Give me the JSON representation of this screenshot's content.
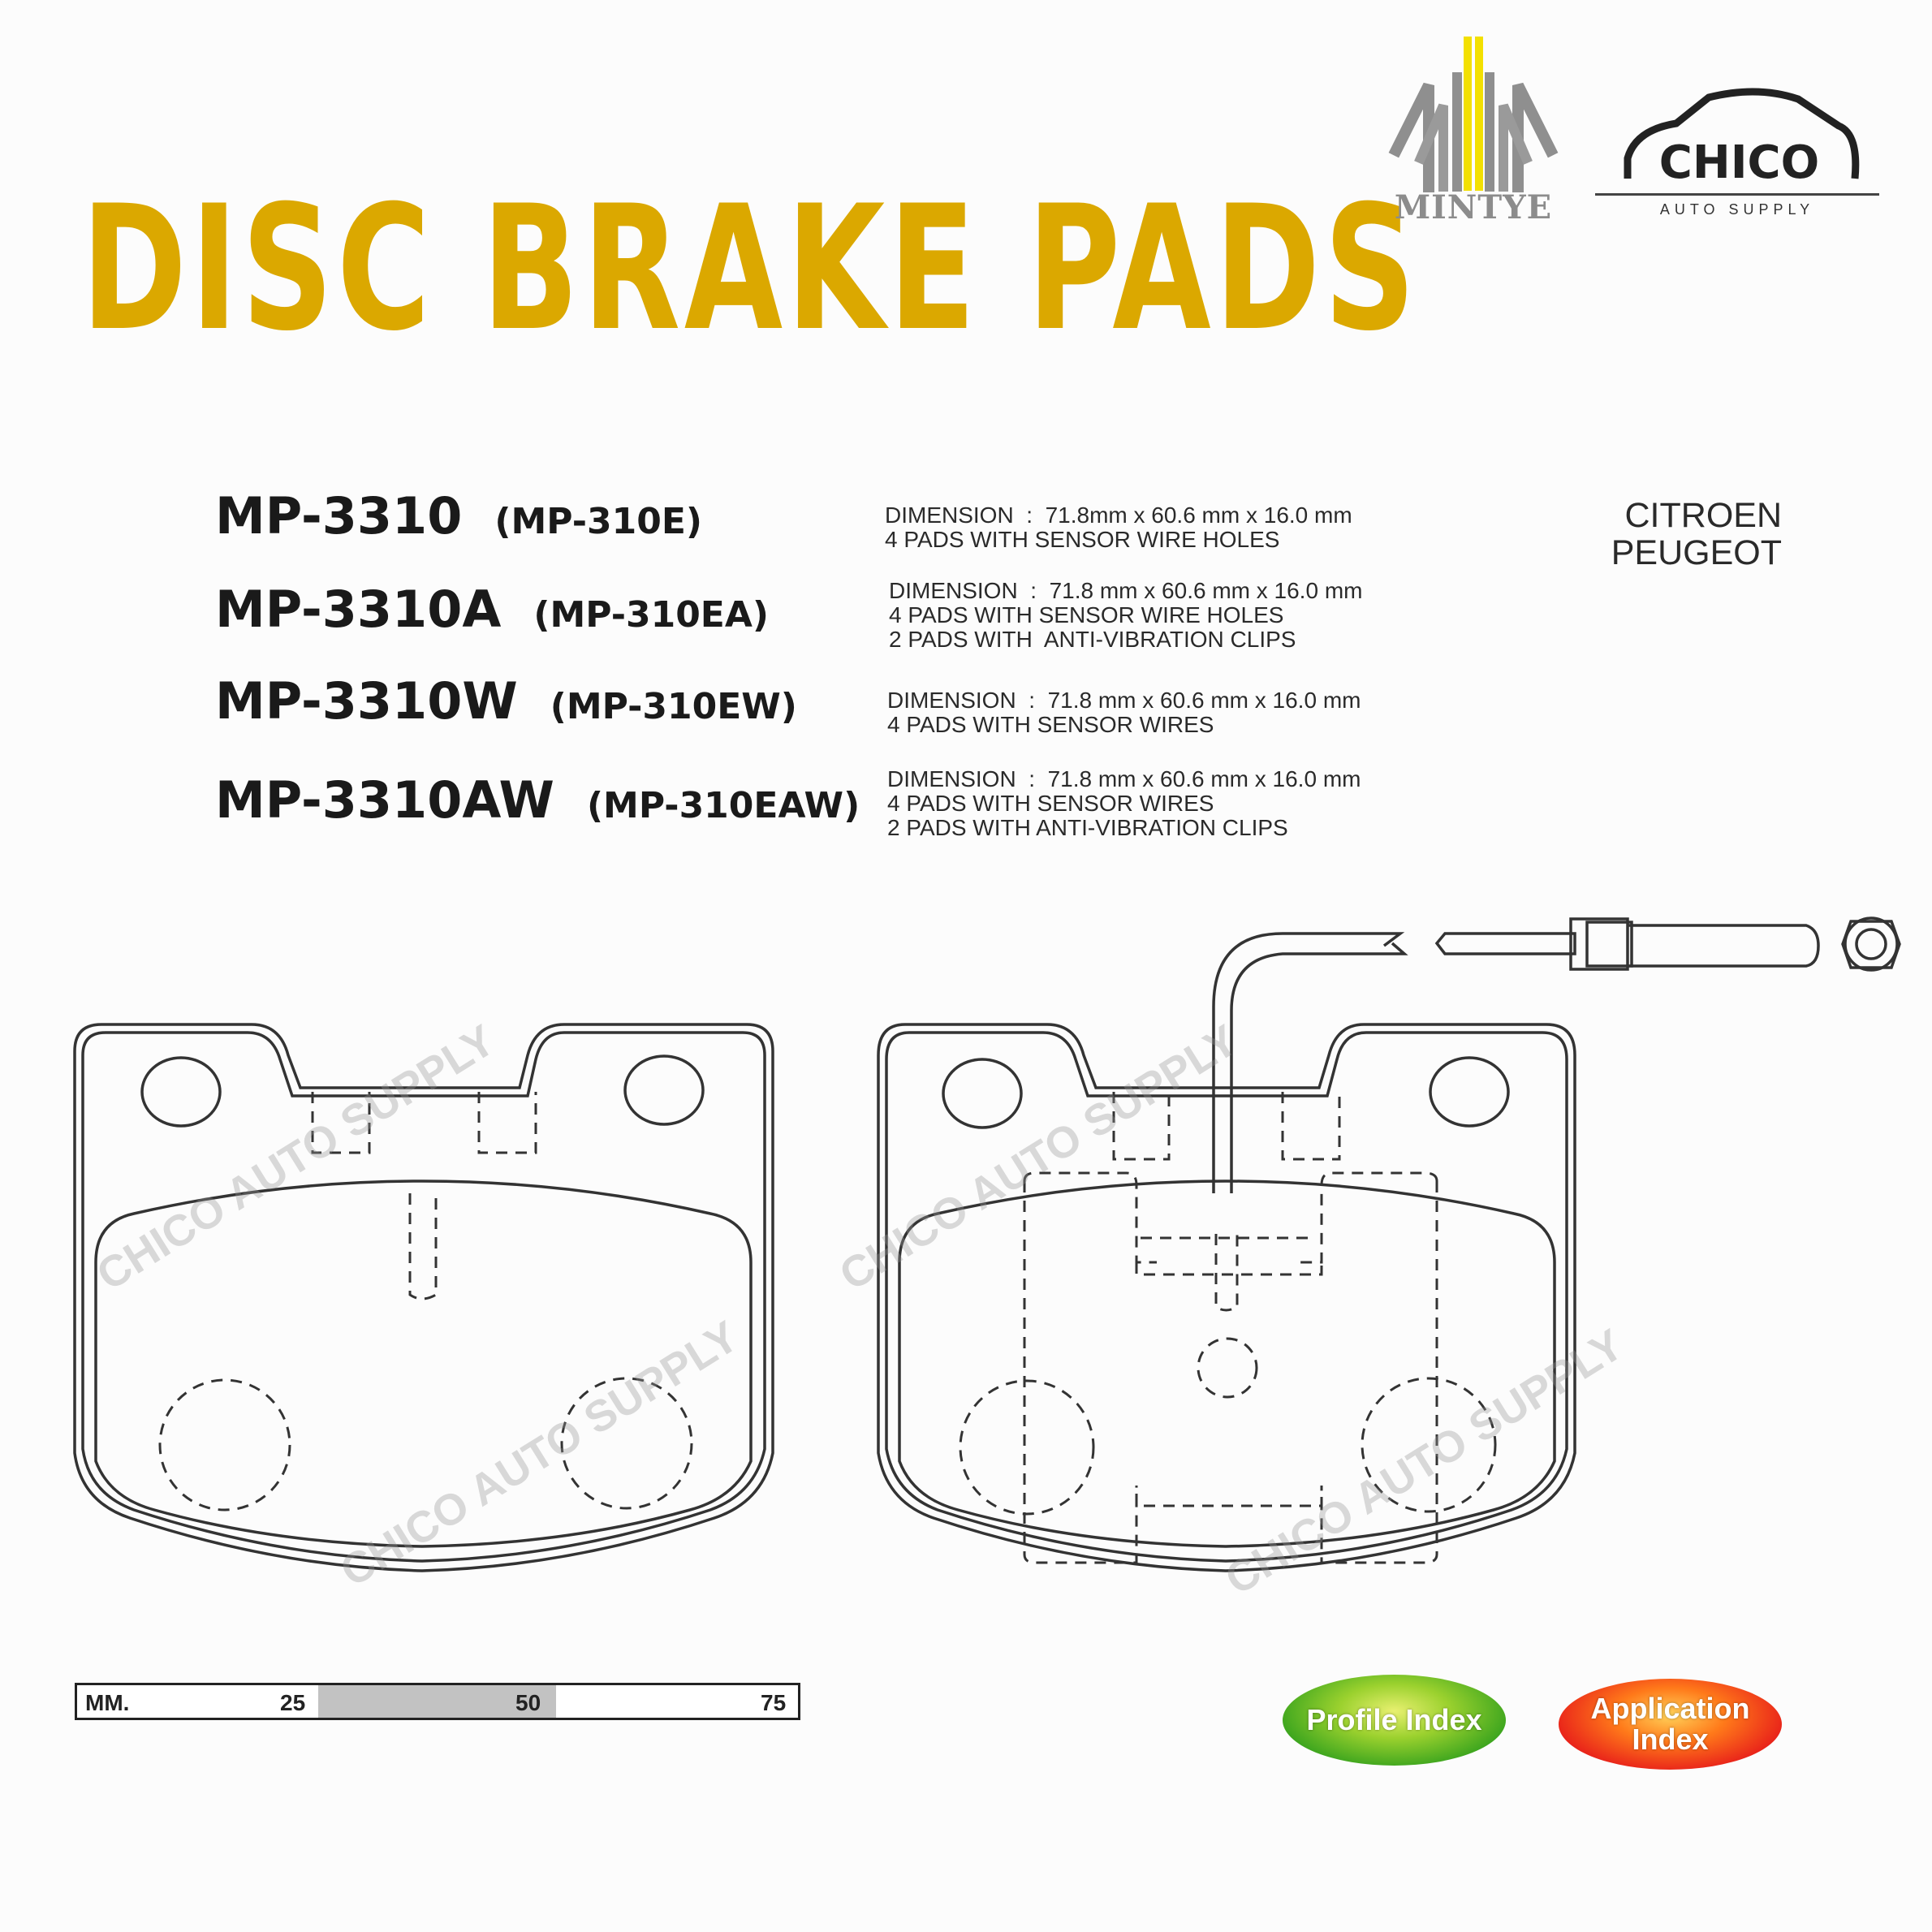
{
  "title": "DISC BRAKE PADS",
  "logos": {
    "mintye": "MINTYE",
    "chico": "CHICO",
    "chico_sub": "AUTO SUPPLY"
  },
  "brands": [
    "CITROEN",
    "PEUGEOT"
  ],
  "parts": [
    {
      "code": "MP-3310",
      "alt": "(MP-310E)",
      "spec": "DIMENSION  :  71.8mm x 60.6 mm x 16.0 mm\n4 PADS WITH SENSOR WIRE HOLES"
    },
    {
      "code": "MP-3310A",
      "alt": "(MP-310EA)",
      "spec": "DIMENSION  :  71.8 mm x 60.6 mm x 16.0 mm\n4 PADS WITH SENSOR WIRE HOLES\n2 PADS WITH  ANTI-VIBRATION CLIPS"
    },
    {
      "code": "MP-3310W",
      "alt": "(MP-310EW)",
      "spec": "DIMENSION  :  71.8 mm x 60.6 mm x 16.0 mm\n4 PADS WITH SENSOR WIRES"
    },
    {
      "code": "MP-3310AW",
      "alt": "(MP-310EAW)",
      "spec": "DIMENSION  :  71.8 mm x 60.6 mm x 16.0 mm\n4 PADS WITH SENSOR WIRES\n2 PADS WITH ANTI-VIBRATION CLIPS"
    }
  ],
  "scale": {
    "unit": "MM.",
    "marks": [
      "25",
      "50",
      "75"
    ]
  },
  "badges": {
    "profile": "Profile Index",
    "application": "Application Index"
  },
  "watermark": "CHICO AUTO SUPPLY",
  "colors": {
    "title": "#dba800",
    "scale_band": "#c2c2c2"
  }
}
